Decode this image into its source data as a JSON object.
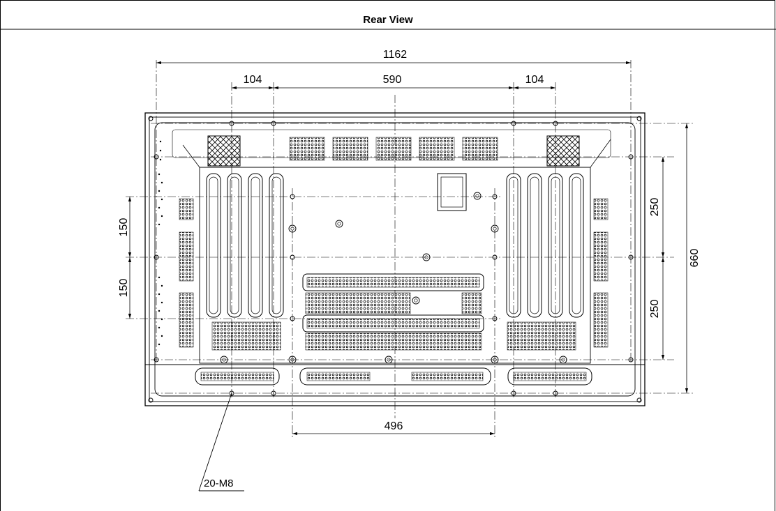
{
  "title": "Rear View",
  "dimensions": {
    "overall_width": "1162",
    "inner_width": "590",
    "left_offset": "104",
    "right_offset": "104",
    "bottom_spacing": "496",
    "overall_height": "660",
    "upper_height": "250",
    "lower_height": "250",
    "left_upper": "150",
    "left_lower": "150"
  },
  "callout": {
    "label": "20-M8"
  }
}
